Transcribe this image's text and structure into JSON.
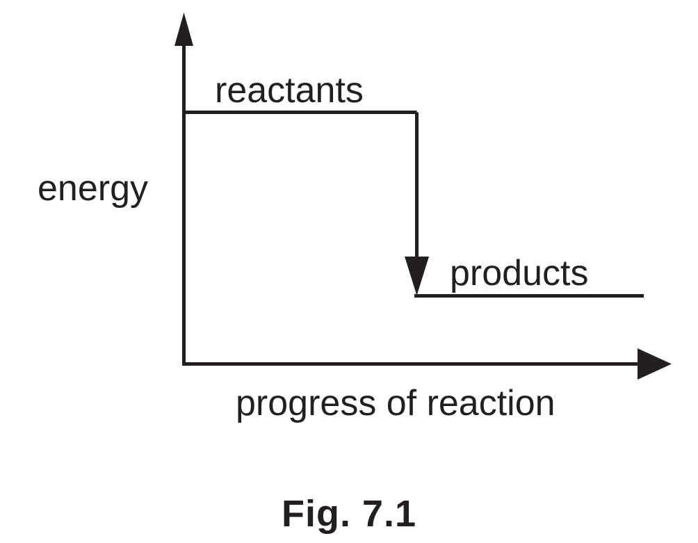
{
  "figure": {
    "caption": "Fig. 7.1",
    "axes": {
      "y_label": "energy",
      "x_label": "progress of reaction"
    },
    "labels": {
      "reactants": "reactants",
      "products": "products"
    },
    "colors": {
      "ink": "#231f20",
      "background": "#ffffff"
    }
  },
  "chart_data": {
    "type": "line",
    "title": "Fig. 7.1",
    "xlabel": "progress of reaction",
    "ylabel": "energy",
    "grid": false,
    "legend": "none",
    "axis_arrows": {
      "x": "right",
      "y": "up"
    },
    "axis_tick_labels": {
      "x": [],
      "y": []
    },
    "xlim": [
      0,
      1
    ],
    "ylim": [
      0,
      1
    ],
    "description": "Exothermic reaction energy profile: reactants at a high energy level step down to products at a lower energy level, with a downward arrow marking the energy change.",
    "series": [
      {
        "name": "energy profile",
        "x": [
          0.0,
          0.475,
          0.475,
          0.94
        ],
        "y": [
          0.72,
          0.72,
          0.2,
          0.2
        ],
        "style": "step"
      }
    ],
    "levels": [
      {
        "name": "reactants",
        "label": "reactants",
        "relative_energy": 0.72
      },
      {
        "name": "products",
        "label": "products",
        "relative_energy": 0.2
      }
    ],
    "annotations": [
      {
        "text": "reactants",
        "x": 0.13,
        "y": 0.78,
        "anchor": "start"
      },
      {
        "text": "products",
        "x": 0.55,
        "y": 0.26,
        "anchor": "start"
      },
      {
        "text": "energy change arrow",
        "x": 0.475,
        "y": 0.46,
        "type": "arrow",
        "direction": "down"
      }
    ]
  }
}
